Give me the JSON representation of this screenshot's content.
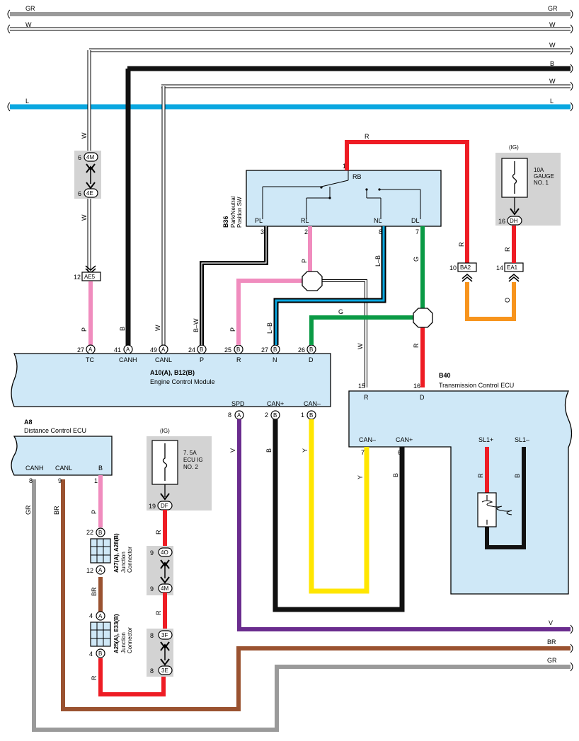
{
  "colors": {
    "GR": "#9a9a9a",
    "W": "#ffffff",
    "B": "#111111",
    "L": "#0aa7e0",
    "R": "#ee1c24",
    "P": "#f08cbe",
    "G": "#0a9a45",
    "O": "#f7941d",
    "Y": "#ffe600",
    "V": "#6a2c8e",
    "BR": "#9a5230",
    "box": "#cfe8f7",
    "gray": "#d3d3d3"
  },
  "bus_wires": [
    {
      "code": "GR"
    },
    {
      "code": "W"
    },
    {
      "code": "W"
    },
    {
      "code": "B"
    },
    {
      "code": "W"
    },
    {
      "code": "L"
    }
  ],
  "ecm": {
    "name": "A10(A), B12(B)",
    "desc": "Engine Control Module",
    "terminals": [
      {
        "no": "27",
        "conn": "A",
        "label": "TC"
      },
      {
        "no": "41",
        "conn": "A",
        "label": "CANH"
      },
      {
        "no": "49",
        "conn": "A",
        "label": "CANL"
      },
      {
        "no": "24",
        "conn": "B",
        "label": "P"
      },
      {
        "no": "25",
        "conn": "B",
        "label": "R"
      },
      {
        "no": "27",
        "conn": "B",
        "label": "N"
      },
      {
        "no": "26",
        "conn": "B",
        "label": "D"
      },
      {
        "no": "8",
        "conn": "A",
        "label": "SPD"
      },
      {
        "no": "2",
        "conn": "B",
        "label": "CAN+"
      },
      {
        "no": "1",
        "conn": "B",
        "label": "CAN–"
      }
    ]
  },
  "pnsw": {
    "code": "B36",
    "desc1": "Park/Neutral",
    "desc2": "Position SW",
    "terminals": [
      {
        "no": "1",
        "label": "RB"
      },
      {
        "no": "3",
        "label": "PL"
      },
      {
        "no": "2",
        "label": "RL"
      },
      {
        "no": "8",
        "label": "NL"
      },
      {
        "no": "7",
        "label": "DL"
      }
    ]
  },
  "tcm": {
    "code": "B40",
    "desc": "Transmission Control ECU",
    "terminals": [
      {
        "no": "15",
        "label": "R"
      },
      {
        "no": "16",
        "label": "D"
      },
      {
        "no": "7",
        "label": "CAN–"
      },
      {
        "no": "6",
        "label": "CAN+"
      },
      {
        "no": "",
        "label": "SL1+"
      },
      {
        "no": "",
        "label": "SL1–"
      }
    ]
  },
  "dce": {
    "code": "A8",
    "desc": "Distance Control ECU",
    "terminals": [
      {
        "no": "8",
        "label": "CANH"
      },
      {
        "no": "9",
        "label": "CANL"
      },
      {
        "no": "1",
        "label": "B"
      }
    ]
  },
  "fuse_gauge": {
    "ig": "(IG)",
    "l1": "10A",
    "l2": "GAUGE",
    "l3": "NO. 1",
    "pin": "16",
    "conn": "DH"
  },
  "fuse_ecu": {
    "ig": "(IG)",
    "l1": "7. 5A",
    "l2": "ECU IG",
    "l3": "NO. 2",
    "pin": "19",
    "conn": "DF"
  },
  "connectors": {
    "c4M": "4M",
    "c4E": "4E",
    "cAE5": "AE5",
    "cBA2": "BA2",
    "cEA1": "EA1",
    "c4O": "4O",
    "c4M2": "4M",
    "c3F": "3F",
    "c3E": "3E"
  },
  "jc1": {
    "name": "A27(A), A28(B)",
    "desc1": "Junction",
    "desc2": "Connector",
    "top_no": "22",
    "top_conn": "B",
    "bot_no": "12",
    "bot_conn": "A"
  },
  "jc2": {
    "name": "A25(A), E33(B)",
    "desc1": "Junction",
    "desc2": "Connector",
    "top_no": "4",
    "top_conn": "A",
    "bot_no": "4",
    "bot_conn": "B"
  },
  "pin_numbers": {
    "p6a": "6",
    "p6b": "6",
    "p12": "12",
    "p10": "10",
    "p14": "14",
    "p9a": "9",
    "p9b": "9",
    "p8a": "8",
    "p8b": "8"
  },
  "wire_labels": {
    "w_W": "W",
    "w_B": "B",
    "w_P": "P",
    "w_BW": "B–W",
    "w_LB": "L–B",
    "w_R": "R",
    "w_G": "G",
    "w_O": "O",
    "w_V": "V",
    "w_Y": "Y",
    "w_GR": "GR",
    "w_BR": "BR"
  }
}
